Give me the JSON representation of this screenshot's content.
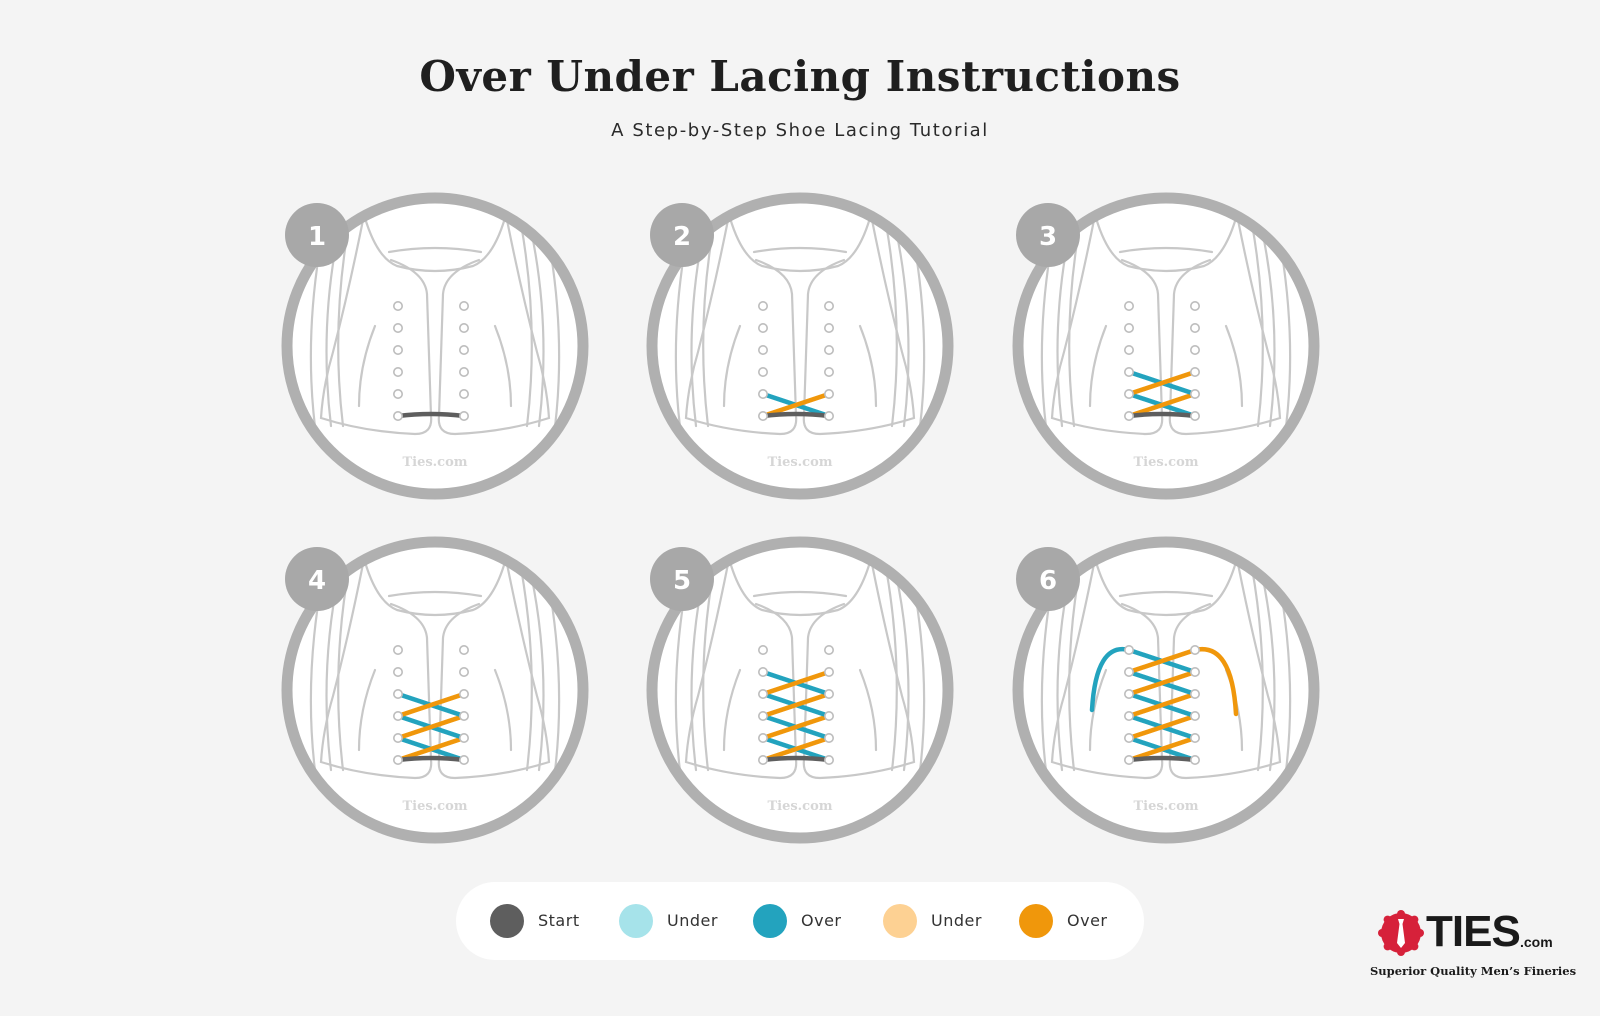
{
  "header": {
    "title": "Over Under Lacing Instructions",
    "subtitle": "A Step-by-Step Shoe Lacing Tutorial"
  },
  "watermark": "Ties.com",
  "colors": {
    "start": "#5e5e5e",
    "under_blue": "#a6e3ea",
    "over_blue": "#23a3be",
    "under_orange": "#fdd193",
    "over_orange": "#f0970b",
    "shoe_outline": "#c8c8c8",
    "ring": "#b0b0b0",
    "badge": "#a8a8a8"
  },
  "steps": [
    {
      "number": "1",
      "eyelet_rows": 6,
      "laced_rows": 1,
      "loose_ends": false
    },
    {
      "number": "2",
      "eyelet_rows": 6,
      "laced_rows": 2,
      "loose_ends": false
    },
    {
      "number": "3",
      "eyelet_rows": 6,
      "laced_rows": 3,
      "loose_ends": false
    },
    {
      "number": "4",
      "eyelet_rows": 6,
      "laced_rows": 4,
      "loose_ends": false
    },
    {
      "number": "5",
      "eyelet_rows": 6,
      "laced_rows": 5,
      "loose_ends": false
    },
    {
      "number": "6",
      "eyelet_rows": 6,
      "laced_rows": 6,
      "loose_ends": true
    }
  ],
  "legend": [
    {
      "label": "Start",
      "color": "#5e5e5e"
    },
    {
      "label": "Under",
      "color": "#a6e3ea"
    },
    {
      "label": "Over",
      "color": "#23a3be"
    },
    {
      "label": "Under",
      "color": "#fdd193"
    },
    {
      "label": "Over",
      "color": "#f0970b"
    }
  ],
  "brand": {
    "name": "TIES",
    "suffix": ".com",
    "tagline": "Superior Quality Men’s Fineries",
    "logo_icon": "necktie-seal-icon",
    "logo_color": "#d6213a"
  }
}
